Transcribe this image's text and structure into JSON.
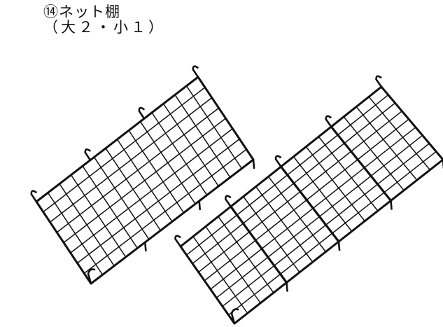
{
  "caption": {
    "line1": "⑭ネット棚",
    "line2": "（大２・小１）"
  },
  "illustration": {
    "subject": "net-shelves",
    "count": 2,
    "stroke_color": "#111111"
  }
}
